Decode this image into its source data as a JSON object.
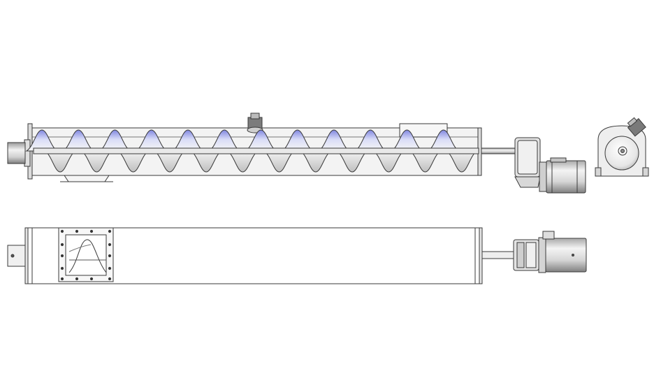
{
  "drawing": {
    "subject": "screw conveyor",
    "views": [
      {
        "id": "front-view",
        "label": ""
      },
      {
        "id": "end-view",
        "label": ""
      },
      {
        "id": "top-view",
        "label": ""
      }
    ],
    "flight_count": 12,
    "colors": {
      "background": "#ffffff",
      "line": "#3a3a3a",
      "metal_light": "#eeeeee",
      "metal_mid": "#cfcfcf",
      "metal_dark": "#8c8c8c",
      "flight_tint": "#8f95e8"
    }
  }
}
